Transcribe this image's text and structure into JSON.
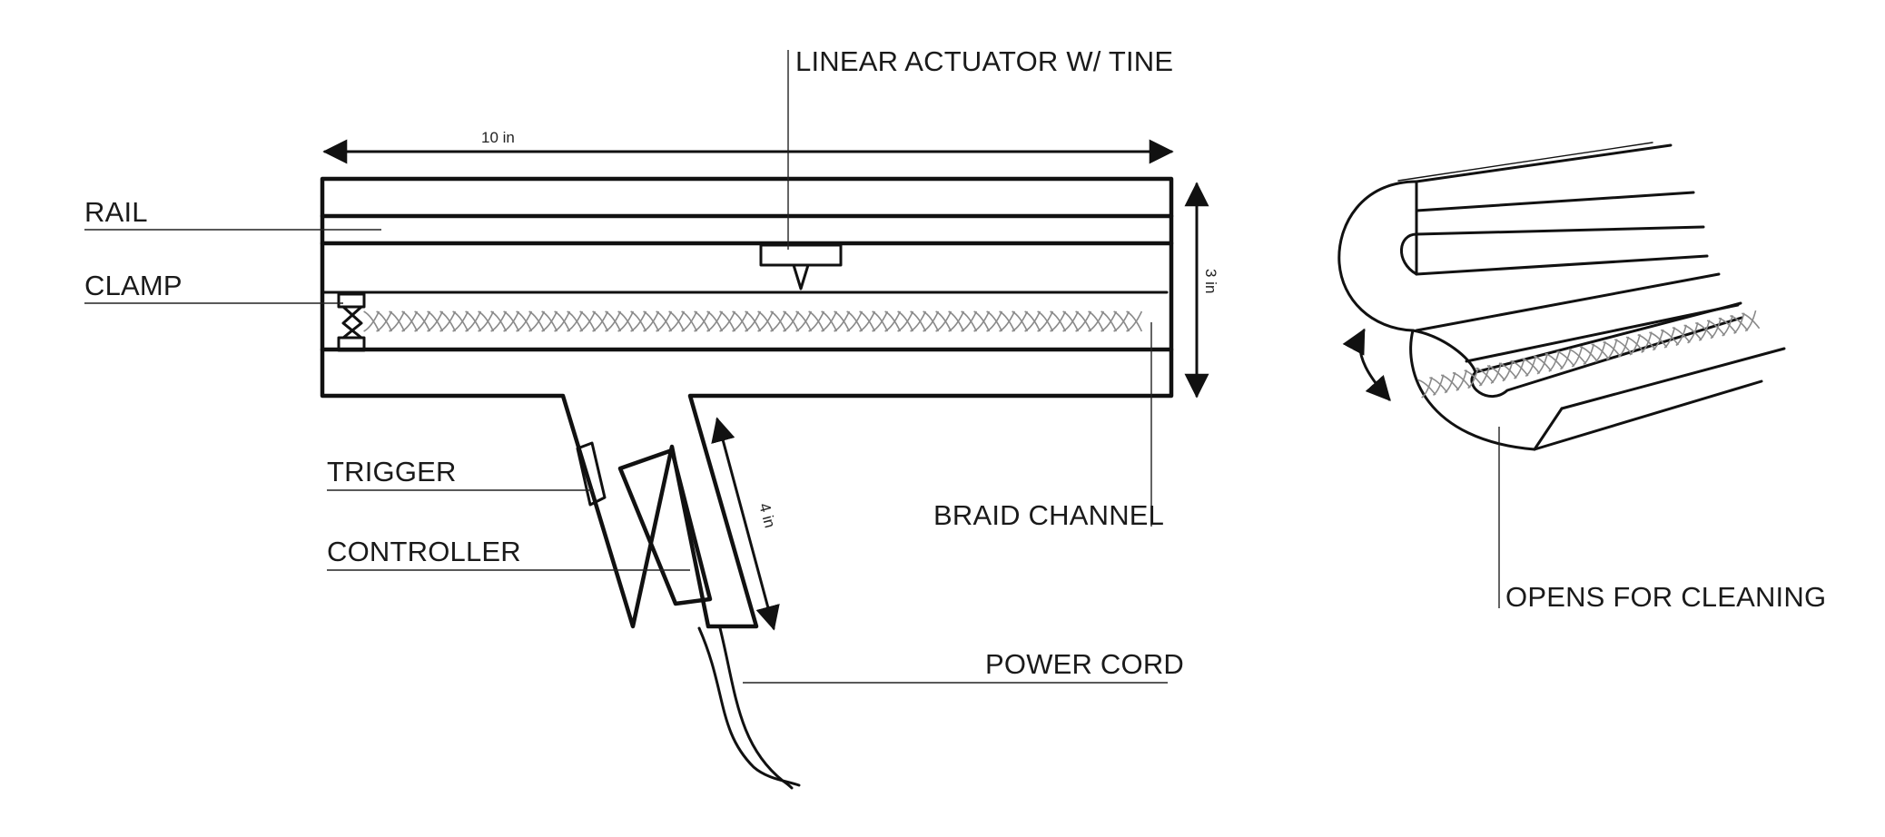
{
  "labels": {
    "rail": "RAIL",
    "clamp": "CLAMP",
    "trigger": "TRIGGER",
    "controller": "CONTROLLER",
    "linear_actuator": "LINEAR ACTUATOR W/ TINE",
    "braid_channel": "BRAID CHANNEL",
    "power_cord": "POWER CORD",
    "opens_for_cleaning": "OPENS FOR CLEANING"
  },
  "dimensions": {
    "length": "10 in",
    "height": "3 in",
    "handle": "4 in"
  },
  "colors": {
    "ink": "#111111",
    "braid": "#8a8a8a",
    "background": "#ffffff"
  }
}
